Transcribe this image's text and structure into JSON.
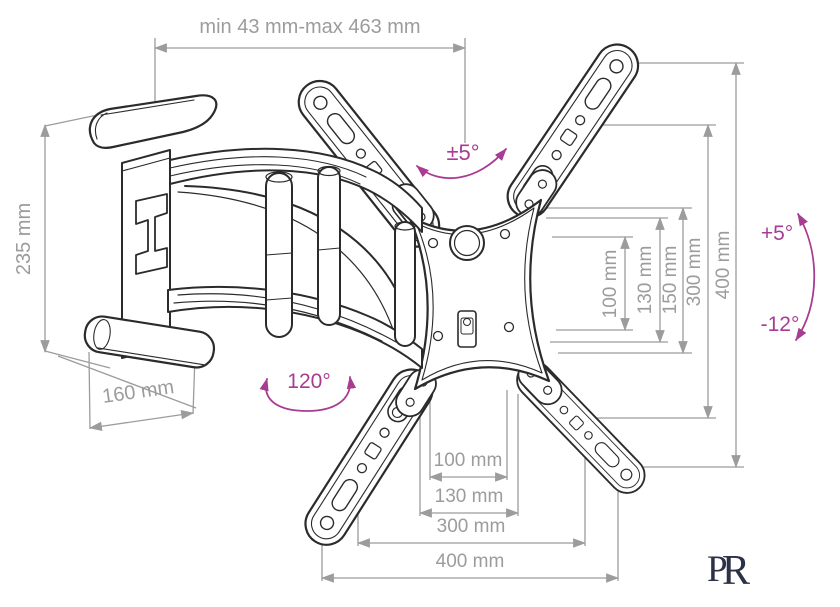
{
  "colors": {
    "line_art": "#2b2b2b",
    "dimension_gray": "#9c9c9c",
    "angle_accent": "#a83c92",
    "logo": "#2c3147",
    "background": "#ffffff"
  },
  "dimensions": {
    "arm_extension": "min 43 mm-max 463 mm",
    "bracket_height": "235 mm",
    "bracket_width": "160 mm",
    "vesa_vertical": [
      "100 mm",
      "130 mm",
      "150 mm",
      "300 mm",
      "400 mm"
    ],
    "vesa_horizontal": [
      "100 mm",
      "130 mm",
      "300 mm",
      "400 mm"
    ]
  },
  "angles": {
    "level_adjustment": "±5°",
    "swivel": "120°",
    "tilt_up": "+5°",
    "tilt_down": "-12°"
  },
  "logo": {
    "letter_p": "P",
    "letter_r": "R"
  }
}
